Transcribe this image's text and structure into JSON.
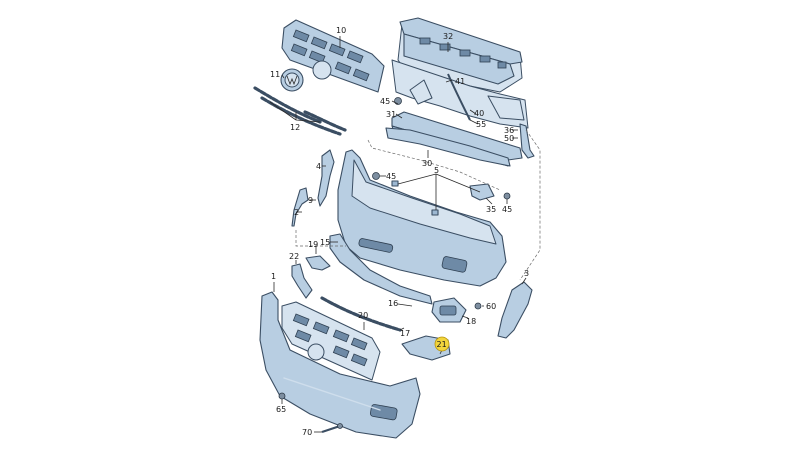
{
  "diagram": {
    "highlighted_callout": "21",
    "highlight_color": "#f2d53c",
    "part_color": "#b8cee2",
    "outline_color": "#3b4e63",
    "callouts": {
      "c1": "1",
      "c2": "2",
      "c3": "3",
      "c4": "4",
      "c5": "5",
      "c9": "9",
      "c10": "10",
      "c11": "11",
      "c12": "12",
      "c15": "15",
      "c16": "16",
      "c17": "17",
      "c18": "18",
      "c19": "19",
      "c20": "20",
      "c21": "21",
      "c22": "22",
      "c30": "30",
      "c31": "31",
      "c32": "32",
      "c35": "35",
      "c36": "36",
      "c40": "40",
      "c41": "41",
      "c45a": "45",
      "c45b": "45",
      "c45c": "45",
      "c50": "50",
      "c55": "55",
      "c60": "60",
      "c65": "65",
      "c70": "70"
    }
  }
}
